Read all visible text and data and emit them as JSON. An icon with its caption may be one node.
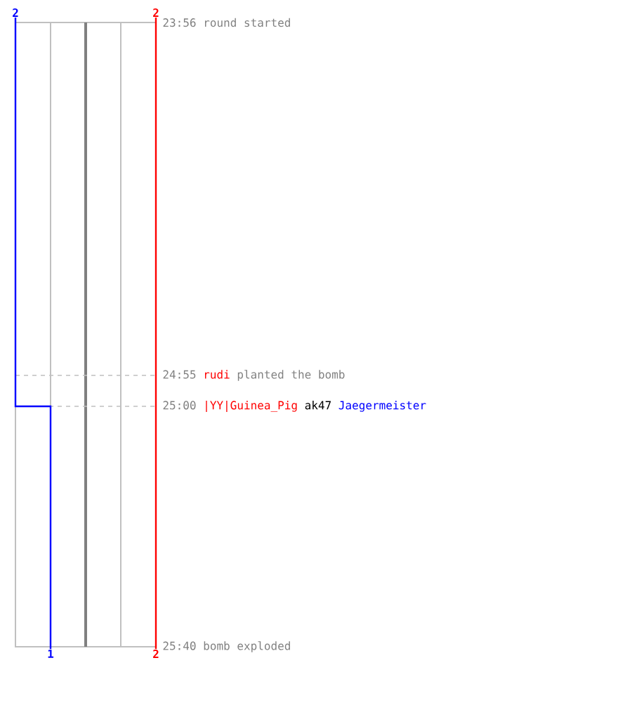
{
  "diagram": {
    "labels": [
      "2",
      "2",
      "23:56",
      "round started",
      "24:55",
      "rudi",
      "planted the bomb",
      "25:00",
      "|YY|Guinea_Pig",
      "ak47",
      "Jaegermeister",
      "25:40",
      "bomb exploded",
      "1",
      "2"
    ]
  }
}
